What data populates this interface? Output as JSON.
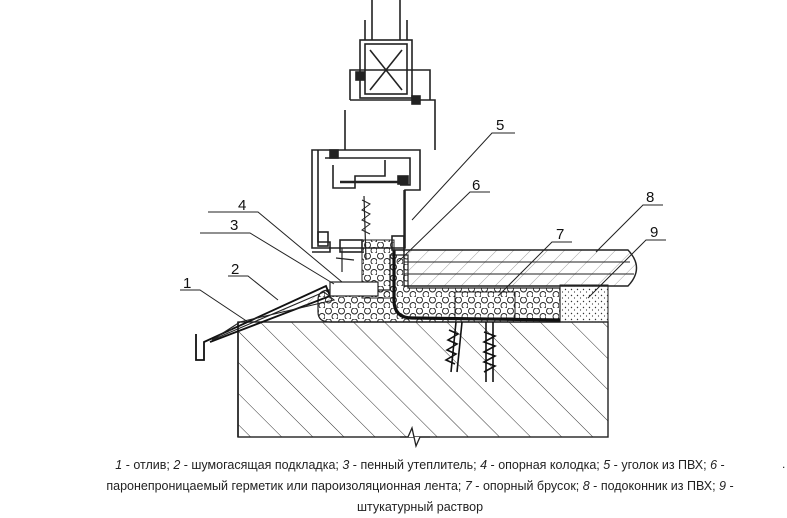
{
  "callouts": [
    {
      "num": "1",
      "text": "отлив"
    },
    {
      "num": "2",
      "text": "шумогасящая подкладка"
    },
    {
      "num": "3",
      "text": "пенный утеплитель"
    },
    {
      "num": "4",
      "text": "опорная колодка"
    },
    {
      "num": "5",
      "text": "уголок из ПВХ"
    },
    {
      "num": "6",
      "text": "паронепроницаемый герметик или пароизоляционная лента"
    },
    {
      "num": "7",
      "text": "опорный брусок"
    },
    {
      "num": "8",
      "text": "подоконник из ПВХ"
    },
    {
      "num": "9",
      "text": "штукатурный раствор"
    }
  ],
  "trailing_mark": "."
}
